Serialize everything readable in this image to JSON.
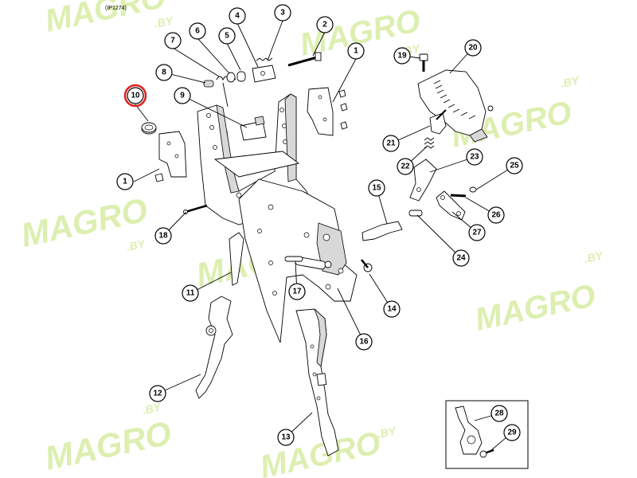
{
  "figure_ref": "(IP1274)",
  "watermark": {
    "text": "MAGRO",
    "suffix": ".BY",
    "color": "#dcefb0"
  },
  "highlight_color": "#e02020",
  "callouts": [
    {
      "id": "c1a",
      "label": "1",
      "highlight": false
    },
    {
      "id": "c1b",
      "label": "1",
      "highlight": false
    },
    {
      "id": "c2",
      "label": "2",
      "highlight": false
    },
    {
      "id": "c3",
      "label": "3",
      "highlight": false
    },
    {
      "id": "c4",
      "label": "4",
      "highlight": false
    },
    {
      "id": "c5",
      "label": "5",
      "highlight": false
    },
    {
      "id": "c6",
      "label": "6",
      "highlight": false
    },
    {
      "id": "c7",
      "label": "7",
      "highlight": false
    },
    {
      "id": "c8",
      "label": "8",
      "highlight": false
    },
    {
      "id": "c9",
      "label": "9",
      "highlight": false
    },
    {
      "id": "c10",
      "label": "10",
      "highlight": true
    },
    {
      "id": "c11",
      "label": "11",
      "highlight": false
    },
    {
      "id": "c12",
      "label": "12",
      "highlight": false
    },
    {
      "id": "c13",
      "label": "13",
      "highlight": false
    },
    {
      "id": "c14",
      "label": "14",
      "highlight": false
    },
    {
      "id": "c15",
      "label": "15",
      "highlight": false
    },
    {
      "id": "c16",
      "label": "16",
      "highlight": false
    },
    {
      "id": "c17",
      "label": "17",
      "highlight": false
    },
    {
      "id": "c18",
      "label": "18",
      "highlight": false
    },
    {
      "id": "c19",
      "label": "19",
      "highlight": false
    },
    {
      "id": "c20",
      "label": "20",
      "highlight": false
    },
    {
      "id": "c21",
      "label": "21",
      "highlight": false
    },
    {
      "id": "c22",
      "label": "22",
      "highlight": false
    },
    {
      "id": "c23",
      "label": "23",
      "highlight": false
    },
    {
      "id": "c24",
      "label": "24",
      "highlight": false
    },
    {
      "id": "c25",
      "label": "25",
      "highlight": false
    },
    {
      "id": "c26",
      "label": "26",
      "highlight": false
    },
    {
      "id": "c27",
      "label": "27",
      "highlight": false
    },
    {
      "id": "c28",
      "label": "28",
      "highlight": false
    },
    {
      "id": "c29",
      "label": "29",
      "highlight": false
    }
  ]
}
